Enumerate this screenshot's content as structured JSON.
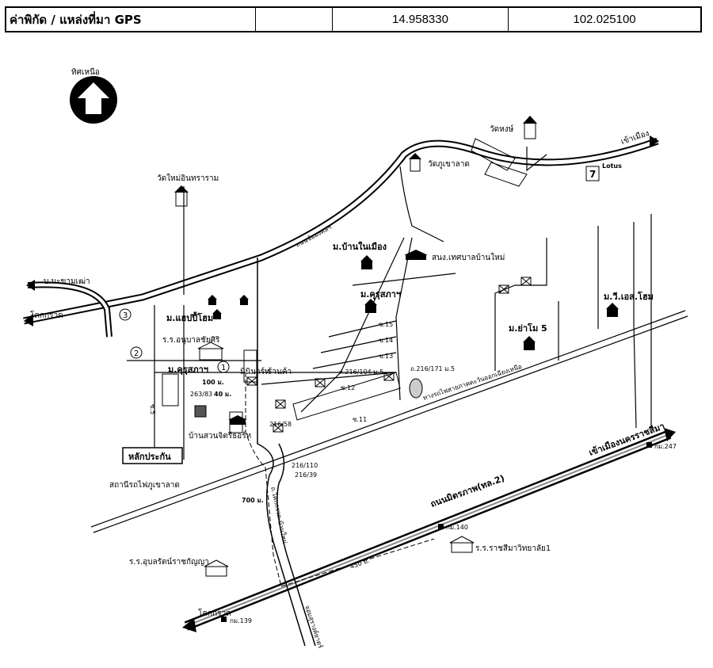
{
  "gps_row": {
    "label": "ค่าพิกัด / แหล่งที่มา GPS",
    "empty": "",
    "latitude": "14.958330",
    "longitude": "102.025100"
  },
  "map": {
    "north_label": "ทิศเหนือ",
    "labels": {
      "wat_hong": "วัดหงษ์",
      "khao_mueang": "เข้าเมือง",
      "lotus": "Lotus",
      "wat_phu_khao_lat": "วัดภูเขาลาด",
      "wat_mai_inthararam": "วัดใหม่อินทราราม",
      "thanon_chai_mongkhon": "ถนนชัยมงคลฯ",
      "ban_nai_mueang": "ม.บ้านในเมือง",
      "sanong_thetsaban": "สนง.เทศบาลบ้านใหม่",
      "ban_makham_thao": "บ.มะขามเฒ่า",
      "khok_kruat_top": "โคกกรวด",
      "m_happy_home": "ม.แฮปปี้โฮม",
      "m_khurusapha_top": "ม.คุรุสภาฯ",
      "so_15": "ซ.15",
      "so_14": "ซ.14",
      "so_13": "ซ.13",
      "so_12": "ซ.12",
      "so_11": "ซ.11",
      "so_5": "ซ.5",
      "m_yamo_5": "ม.ย่าโม 5",
      "m_vs_home": "ม.วี.เอส.โฮม",
      "rr_anuban": "ร.ร.อนุบาลชัยศิริ",
      "m_khurusapha": "ม.คุรุสภาฯ",
      "minimart": "มินิมาร์ท",
      "ran_kha": "ร้านค้า",
      "dist_100": "100 ม.",
      "dist_40": "40 ม.",
      "house_263": "263/83",
      "lot_216_104": "ถ.216/104 ม.5",
      "lot_216_171": "ถ.216/171 ม.5",
      "railway": "ทางรถไฟสายภาคตะวันออกเฉียงเหนือ",
      "ban_suan": "บ้านสวนจิตรีธอร์ท",
      "lak_prakan": "หลักประกัน",
      "plot_216_58": "216/58",
      "plot_216_110": "216/110",
      "plot_216_39": "216/39",
      "station": "สถานีรถไฟภูเขาลาด",
      "dist_700": "700 ม.",
      "road_to_ban_mai": "ถ.โคกกรวด-บ้านใหม่",
      "khao_mueang_nakhon": "เข้าเมืองนครราชสีมา",
      "km_247": "กม.247",
      "mittraphap": "ถนนมิตรภาพ(ทล.2)",
      "km_140": "กม.140",
      "rr_ratchasima": "ร.ร.ราชสีมาวิทยาลัย1",
      "rr_ubon": "ร.ร.อุบลรัตน์ราชกัญญา",
      "dist_450": "450 ม.",
      "khok_kruat_bottom": "โคกกรวด",
      "km_139": "กม.139",
      "chonprathan": "จอมสุรางค์ยาตร์",
      "num_1": "1",
      "num_2": "2",
      "num_3": "3"
    }
  }
}
